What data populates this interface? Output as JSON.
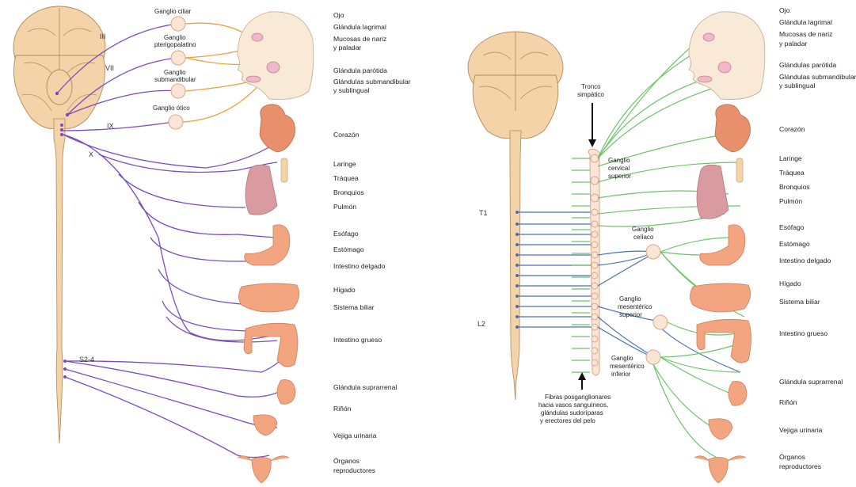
{
  "left": {
    "nerves": {
      "III": "III",
      "VII": "VII",
      "IX": "IX",
      "X": "X",
      "S2_4": "S2-4"
    },
    "ganglia": {
      "ciliar": "Ganglio ciliar",
      "pterigo_1": "Ganglio",
      "pterigo_2": "pterigopalatino",
      "submand_1": "Ganglio",
      "submand_2": "submandibular",
      "otico": "Ganglio ótico"
    },
    "organs": {
      "ojo": "Ojo",
      "lagrimal": "Glándula lagrimal",
      "mucosas_1": "Mucosas de nariz",
      "mucosas_2": "y paladar",
      "parotida": "Glándula parótida",
      "submand_1": "Glándulas submandibular",
      "submand_2": "y sublingual",
      "corazon": "Corazón",
      "laringe": "Laringe",
      "traquea": "Tráquea",
      "bronquios": "Bronquios",
      "pulmon": "Pulmón",
      "esofago": "Esófago",
      "estomago": "Estómago",
      "intestino_delgado": "Intestino delgado",
      "higado": "Hígado",
      "biliar": "Sistema biliar",
      "intestino_grueso": "Intestino grueso",
      "suprarrenal": "Glándula suprarrenal",
      "rinon": "Riñón",
      "vejiga": "Vejiga urinaria",
      "reproductores_1": "Órganos",
      "reproductores_2": "reproductores"
    }
  },
  "right": {
    "levels": {
      "T1": "T1",
      "L2": "L2"
    },
    "tronco": {
      "line1": "Tronco",
      "line2": "simpático"
    },
    "ganglia": {
      "cervical_1": "Ganglio",
      "cervical_2": "cervical",
      "cervical_3": "superior",
      "celiaco_1": "Ganglio",
      "celiaco_2": "celíaco",
      "mes_sup_1": "Ganglio",
      "mes_sup_2": "mesentérico",
      "mes_sup_3": "superior",
      "mes_inf_1": "Ganglio",
      "mes_inf_2": "mesentérico",
      "mes_inf_3": "inferior"
    },
    "fibras": {
      "line1": "Fibras posganglionares",
      "line2": "hacia vasos sanguíneos,",
      "line3": "glándulas sudoríparas",
      "line4": "y erectores del pelo"
    },
    "organs": {
      "ojo": "Ojo",
      "lagrimal": "Glándula lagrimal",
      "mucosas_1": "Mucosas de nariz",
      "mucosas_2": "y paladar",
      "parotida": "Glándulas parótida",
      "submand_1": "Glándulas submandibular",
      "submand_2": "y sublingual",
      "corazon": "Corazón",
      "laringe": "Laringe",
      "traquea": "Tráquea",
      "bronquios": "Bronquios",
      "pulmon": "Pulmón",
      "esofago": "Esófago",
      "estomago": "Estómago",
      "intestino_delgado": "Intestino delgado",
      "higado": "Hígado",
      "biliar": "Sistema biliar",
      "intestino_grueso": "Intestino grueso",
      "suprarrenal": "Glándula suprarrenal",
      "rinon": "Riñón",
      "vejiga": "Vejiga urinaria",
      "reproductores_1": "Órganos",
      "reproductores_2": "reproductores"
    }
  },
  "colors": {
    "parasympathetic_pre": "#7a4bbf",
    "parasympathetic_post": "#e8a33a",
    "sympathetic_pre": "#4a6fb5",
    "sympathetic_post": "#6cc36a",
    "tissue": "#f4d3a8",
    "organ": "#f2a57f"
  }
}
